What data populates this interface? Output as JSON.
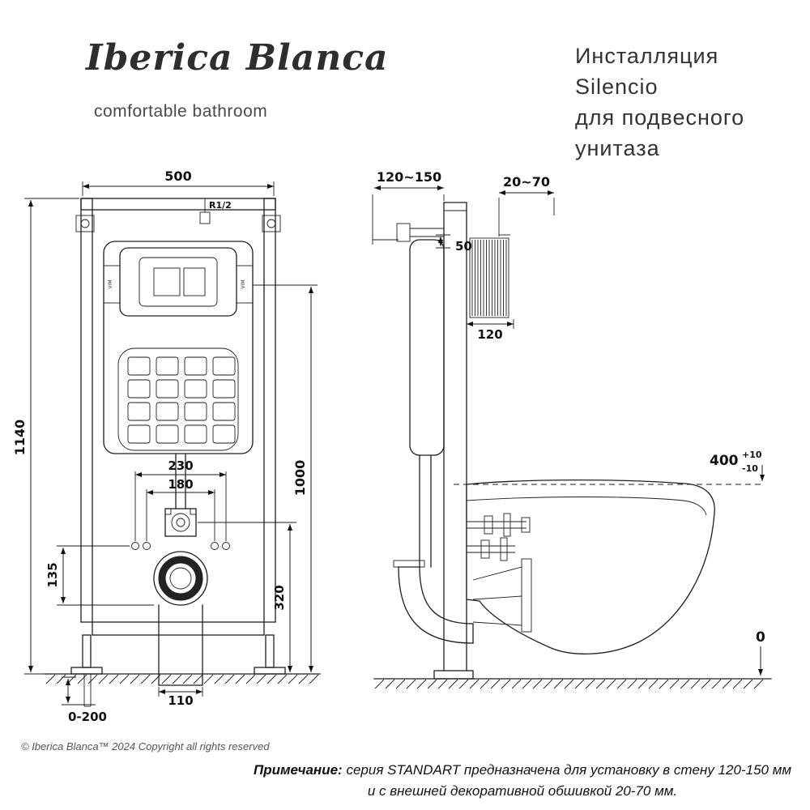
{
  "brand": {
    "name": "Iberica Blanca",
    "tagline": "comfortable bathroom"
  },
  "title": {
    "lines": [
      "Инсталляция",
      "Silencio",
      "для подвесного",
      "унитаза"
    ]
  },
  "front": {
    "dim_width": "500",
    "dim_height": "1140",
    "dim_plate_height": "1000",
    "dim_drain_height": "320",
    "dim_stud_outer": "230",
    "dim_stud_inner": "180",
    "dim_offset": "135",
    "dim_outlet_width": "110",
    "dim_leg_range": "0-200",
    "label_inlet": "R1/2",
    "label_clip": "VIM"
  },
  "side": {
    "dim_wall_depth": "120~150",
    "dim_panel": "20~70",
    "dim_gap": "50",
    "dim_depth": "120",
    "dim_bowl_height": "400",
    "dim_bowl_tol_plus": "+10",
    "dim_bowl_tol_minus": "-10",
    "dim_floor": "0"
  },
  "footer": {
    "copyright": "© Iberica Blanca™ 2024 Copyright all rights reserved",
    "note_label": "Примечание:",
    "note_line1": "серия STANDART предназначена для установку в стену 120-150 мм",
    "note_line2": "и с внешней декоративной обшивкой 20-70 мм."
  }
}
